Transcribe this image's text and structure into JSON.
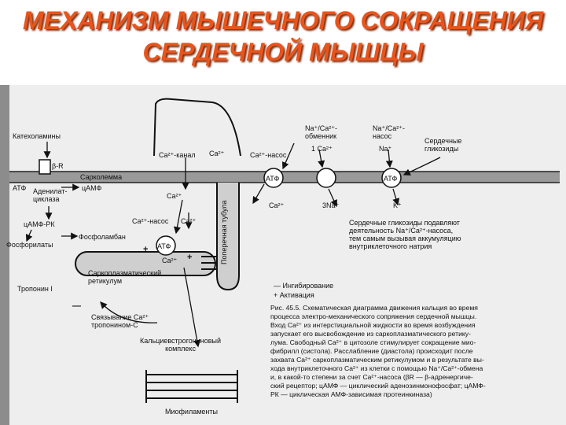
{
  "title": {
    "line1": "МЕХАНИЗМ МЫШЕЧНОГО СОКРАЩЕНИЯ",
    "line2": "СЕРДЕЧНОЙ МЫШЦЫ"
  },
  "labels": {
    "catecholamines": "Катехоламины",
    "beta_r": "β-R",
    "sarcolemma": "Сарколемма",
    "atf": "АТФ",
    "adenylate": "Аденилат-",
    "cyclase": "циклаза",
    "camp": "цАМФ",
    "camp_pk": "цАМФ-РК",
    "phosphorylates": "Фосфорилаты",
    "phospholamban": "Фосфоламбан",
    "ca_channel": "Ca²⁺-канал",
    "ca2": "Ca²⁺",
    "ca_pump": "Ca²⁺-насос",
    "ca_pump2": "Ca²⁺-насос",
    "exchanger": "Na⁺/Ca²⁺-\nобменник",
    "one_ca": "1 Ca²⁺",
    "na_ca_pump": "Na⁺/Ca²⁺-\nнасос",
    "na_plus": "Na⁺",
    "glycosides": "Сердечные\nгликозиды",
    "three_na": "3Na⁺",
    "k_plus": "K⁺",
    "t_tubule": "Поперечная тубула",
    "sr": "Саркоплазматический\nретикулум",
    "troponin": "Тропонин I",
    "binding": "Связывание Ca²⁺\nтропонином-С",
    "calsequestrin": "Кальциевстрогониновый\nкомплекс",
    "myofilaments": "Миофиламенты",
    "plus": "+",
    "minus": "—",
    "glyc_note": "Сердечные гликозиды подавляют\nдеятельность Na⁺/Ca²⁺-насоса,\nтем самым вызывая аккумуляцию\nвнутриклеточного натрия",
    "legend_inhib": "—  Ингибирование",
    "legend_activ": "+  Активация"
  },
  "caption": [
    "Рис. 45.5. Схематическая диаграмма движения кальция во время",
    "процесса электро-механического сопряжения сердечной мышцы.",
    "Вход Ca²⁺ из интерстициальной жидкости во время возбуждения",
    "запускает его высвобождение из саркоплазматического ретику-",
    "лума. Свободный Ca²⁺ в цитозоле стимулирует сокращение мио-",
    "фибрилл (систола). Расслабление (диастола) происходит после",
    "захвата Ca²⁺ саркоплазматическим ретикулумом и в результате вы-",
    "хода внутриклеточного Ca²⁺ из клетки с помощью Na⁺/Ca²⁺-обмена",
    "и, в какой-то степени за счет Ca²⁺-насоса (βR — β-адренергиче-",
    "ский рецептор; цАМФ — циклический аденозинмонофосфат; цАМФ-",
    "РК — циклическая АМФ-зависимая протеинкиназа)"
  ],
  "colors": {
    "title": "#e8541c",
    "title_shadow": "#7a2a0a",
    "scan_bg": "#eeeeee",
    "ink": "#111111"
  }
}
